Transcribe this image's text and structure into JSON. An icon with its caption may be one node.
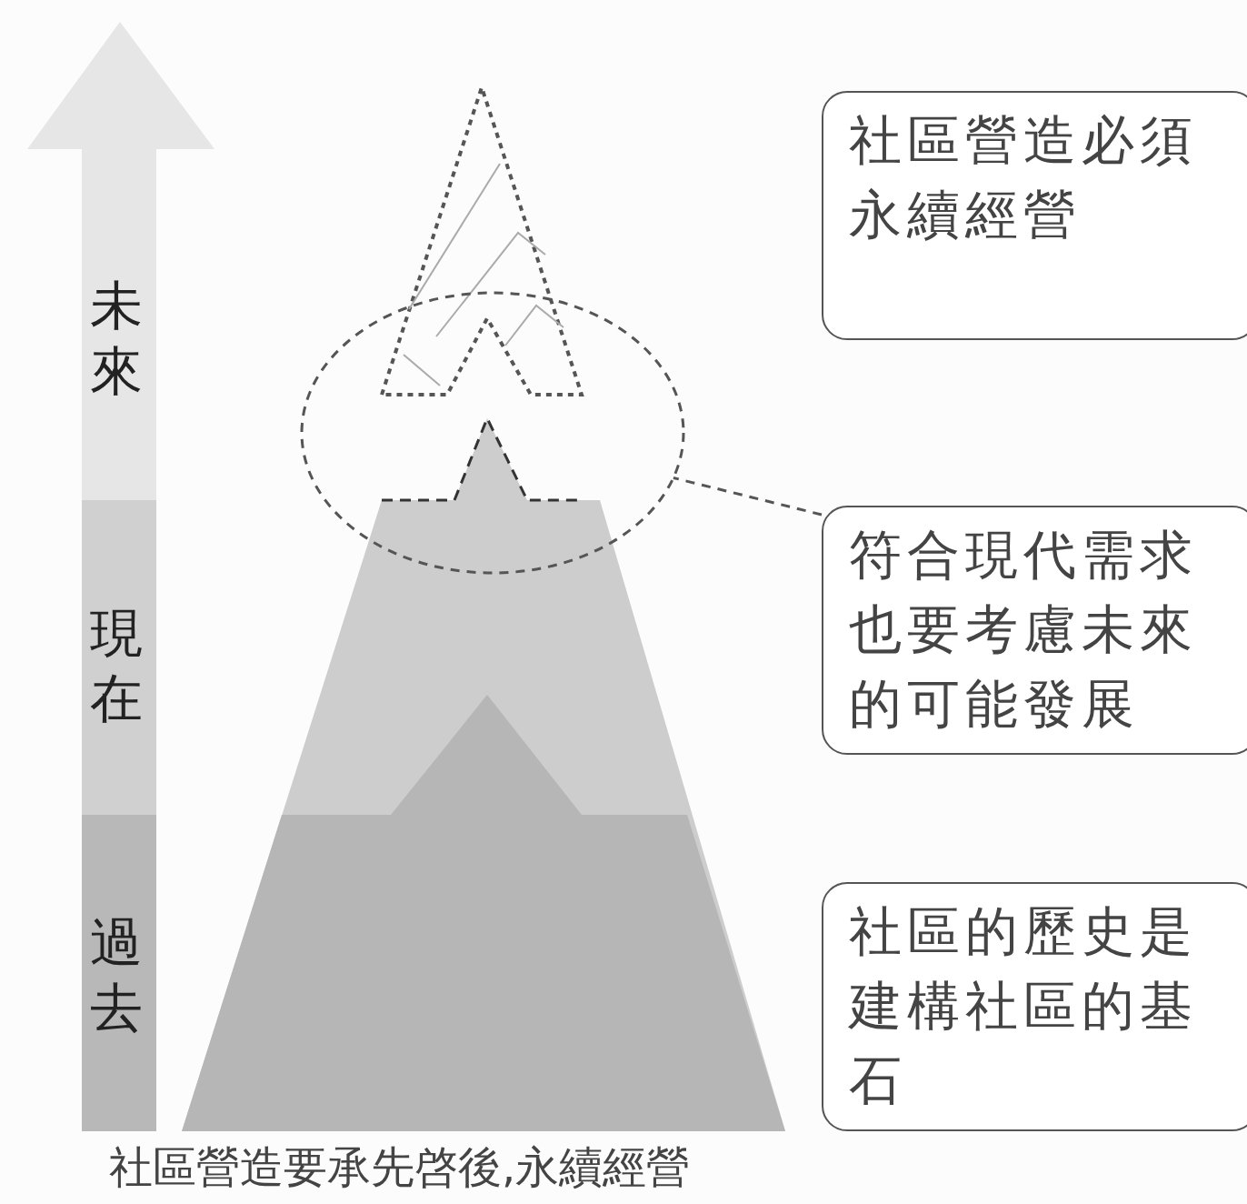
{
  "diagram": {
    "caption": "社區營造要承先啓後,永續經營",
    "nodes": [
      {
        "text": [
          "社區營造必須永續經營"
        ]
      },
      {
        "text": [
          "符合現代需求也要考慮未來的可能發展"
        ]
      },
      {
        "text": [
          "社區的歷史是建構社區的基石"
        ]
      },
      {
        "text": [],
        "shape": "circle"
      }
    ],
    "edges": [
      {
        "from": 1,
        "to": 3,
        "arrow": "none",
        "style": "dashed"
      }
    ],
    "labels": [
      "未來",
      "現在",
      "過去"
    ]
  }
}
